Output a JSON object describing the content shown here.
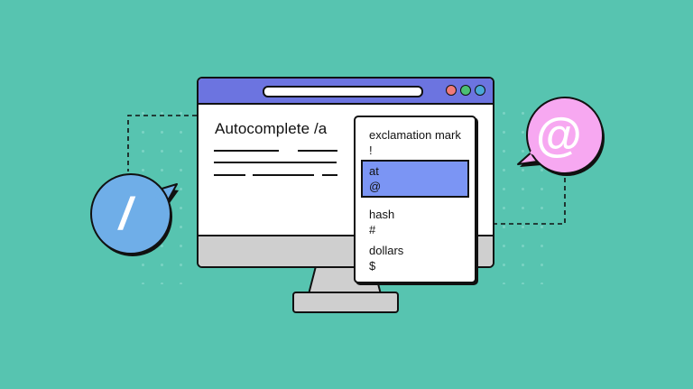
{
  "editor": {
    "heading": "Autocomplete /a"
  },
  "dropdown": {
    "items": [
      {
        "label": "exclamation mark",
        "symbol": "!"
      },
      {
        "label": "at",
        "symbol": "@",
        "selected": true
      },
      {
        "label": "hash",
        "symbol": "#"
      },
      {
        "label": "dollars",
        "symbol": "$"
      }
    ]
  },
  "bubbles": {
    "left_char": "/",
    "right_char": "@"
  },
  "colors": {
    "background": "#57c4b0",
    "titlebar": "#6c74e0",
    "selected_item": "#7b95f4",
    "left_bubble": "#6faee8",
    "right_bubble": "#f7a8f1",
    "window_dot_red": "#f07a7a",
    "window_dot_green": "#4bbf73",
    "window_dot_blue": "#4aa8d8"
  }
}
